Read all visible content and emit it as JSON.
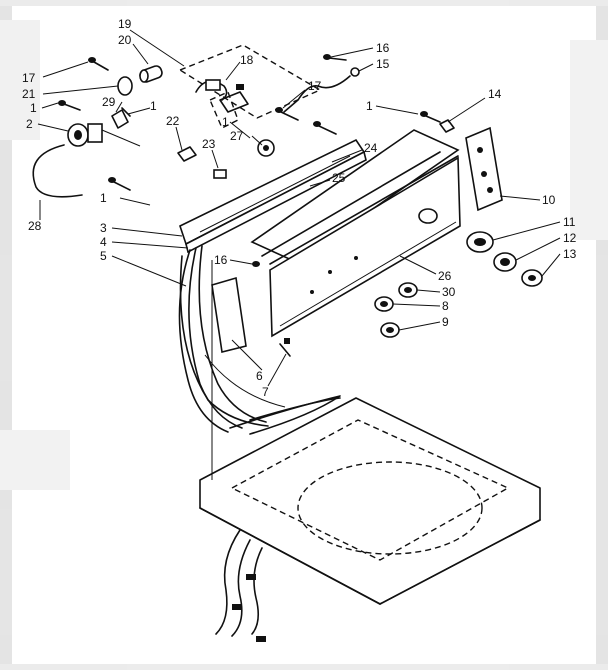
{
  "diagram": {
    "colors": {
      "ink": "#111111",
      "paper": "#ffffff"
    },
    "callouts": [
      {
        "id": "c19",
        "text": "19"
      },
      {
        "id": "c20",
        "text": "20"
      },
      {
        "id": "c18",
        "text": "18"
      },
      {
        "id": "c17a",
        "text": "17"
      },
      {
        "id": "c21",
        "text": "21"
      },
      {
        "id": "c1a",
        "text": "1"
      },
      {
        "id": "c29",
        "text": "29"
      },
      {
        "id": "c1b",
        "text": "1"
      },
      {
        "id": "c2",
        "text": "2"
      },
      {
        "id": "c22",
        "text": "22"
      },
      {
        "id": "c23",
        "text": "23"
      },
      {
        "id": "c1c",
        "text": "1"
      },
      {
        "id": "c27",
        "text": "27"
      },
      {
        "id": "c16a",
        "text": "16"
      },
      {
        "id": "c15",
        "text": "15"
      },
      {
        "id": "c17b",
        "text": "17"
      },
      {
        "id": "c1d",
        "text": "1"
      },
      {
        "id": "c14",
        "text": "14"
      },
      {
        "id": "c24",
        "text": "24"
      },
      {
        "id": "c25",
        "text": "25"
      },
      {
        "id": "c10",
        "text": "10"
      },
      {
        "id": "c11",
        "text": "11"
      },
      {
        "id": "c12",
        "text": "12"
      },
      {
        "id": "c13",
        "text": "13"
      },
      {
        "id": "c28",
        "text": "28"
      },
      {
        "id": "c1e",
        "text": "1"
      },
      {
        "id": "c3",
        "text": "3"
      },
      {
        "id": "c4",
        "text": "4"
      },
      {
        "id": "c5",
        "text": "5"
      },
      {
        "id": "c16b",
        "text": "16"
      },
      {
        "id": "c26",
        "text": "26"
      },
      {
        "id": "c30",
        "text": "30"
      },
      {
        "id": "c8",
        "text": "8"
      },
      {
        "id": "c9",
        "text": "9"
      },
      {
        "id": "c6",
        "text": "6"
      },
      {
        "id": "c7",
        "text": "7"
      }
    ]
  }
}
